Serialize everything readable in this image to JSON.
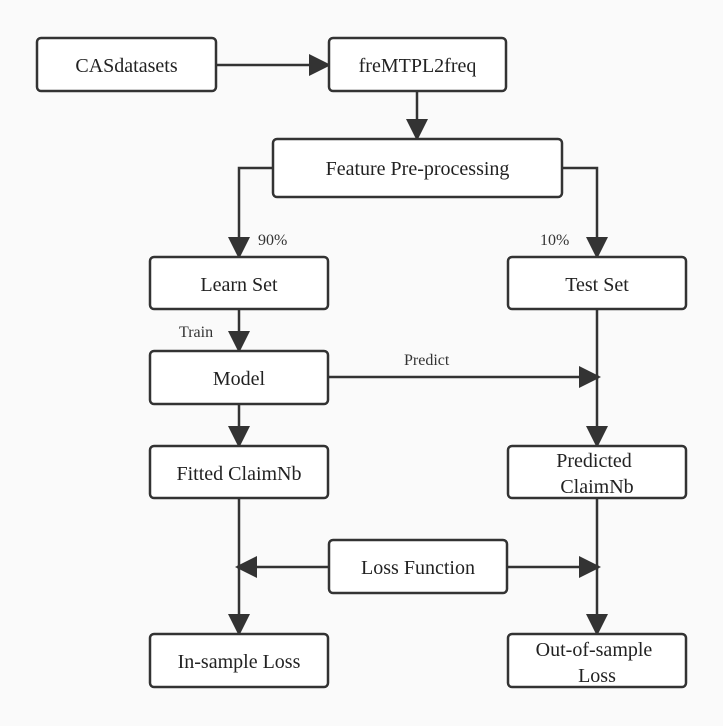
{
  "nodes": {
    "casdatasets": "CASdatasets",
    "fremtpl2freq": "freMTPL2freq",
    "feature_preprocessing": "Feature Pre-processing",
    "learn_set": "Learn Set",
    "test_set": "Test Set",
    "model": "Model",
    "fitted_claimnb": "Fitted ClaimNb",
    "predicted_claimnb_line1": "Predicted",
    "predicted_claimnb_line2": "ClaimNb",
    "loss_function": "Loss Function",
    "in_sample_loss": "In-sample Loss",
    "out_of_sample_loss_line1": "Out-of-sample",
    "out_of_sample_loss_line2": "Loss"
  },
  "edge_labels": {
    "learn_split": "90%",
    "test_split": "10%",
    "train": "Train",
    "predict": "Predict"
  },
  "colors": {
    "background": "#fafafa",
    "box_fill": "#ffffff",
    "stroke": "#333333",
    "text": "#222222"
  }
}
